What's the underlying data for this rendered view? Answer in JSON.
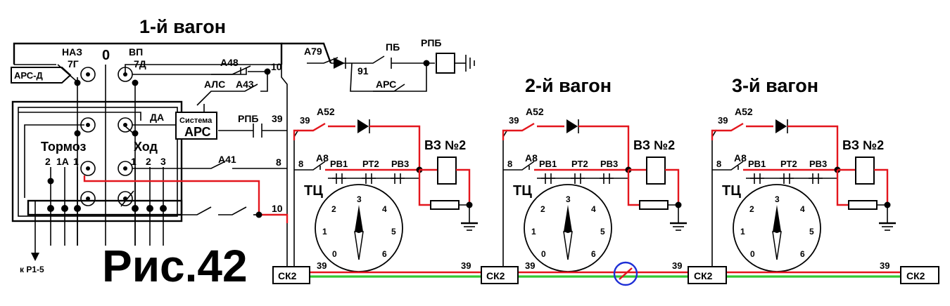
{
  "titles": {
    "car1": "1-й вагон",
    "car2": "2-й вагон",
    "car3": "3-й вагон",
    "figure": "Рис.42"
  },
  "car1": {
    "naz": "НАЗ",
    "naz_num": "7Г",
    "zero": "0",
    "vp": "ВП",
    "vp_num": "7Д",
    "ars_d": "АРС-Д",
    "a48": "А48",
    "a43": "А43",
    "als": "АЛС",
    "sys1": "Система",
    "sys2": "АРС",
    "da": "ДА",
    "rpb": "РПБ",
    "w39": "39",
    "w10a": "10",
    "w10b": "10",
    "w8": "8",
    "a41": "А41",
    "tormoz": "Тормоз",
    "khod": "Ход",
    "t2": "2",
    "t1a": "1А",
    "t1": "1",
    "h1": "1",
    "h2": "2",
    "h3": "3",
    "r15": "к Р1-5"
  },
  "top": {
    "a79": "А79",
    "pb": "ПБ",
    "rpb": "РПБ",
    "w91": "91",
    "ars": "АРС"
  },
  "car_block": {
    "w39": "39",
    "a52": "А52",
    "vz": "ВЗ №2",
    "w8": "8",
    "a8": "А8",
    "rv1": "РВ1",
    "rt2": "РТ2",
    "rv3": "РВ3",
    "tc": "ТЦ"
  },
  "gauge": {
    "scale": [
      "0",
      "1",
      "2",
      "3",
      "4",
      "5",
      "6"
    ],
    "reading": 3
  },
  "bus": {
    "sk2": "СК2",
    "wires": [
      "39",
      "39",
      "39",
      "39",
      "39"
    ]
  },
  "colors": {
    "powered": "#e3161d",
    "train_line": "#32c832",
    "fault_marker": "#1e2fd6"
  }
}
